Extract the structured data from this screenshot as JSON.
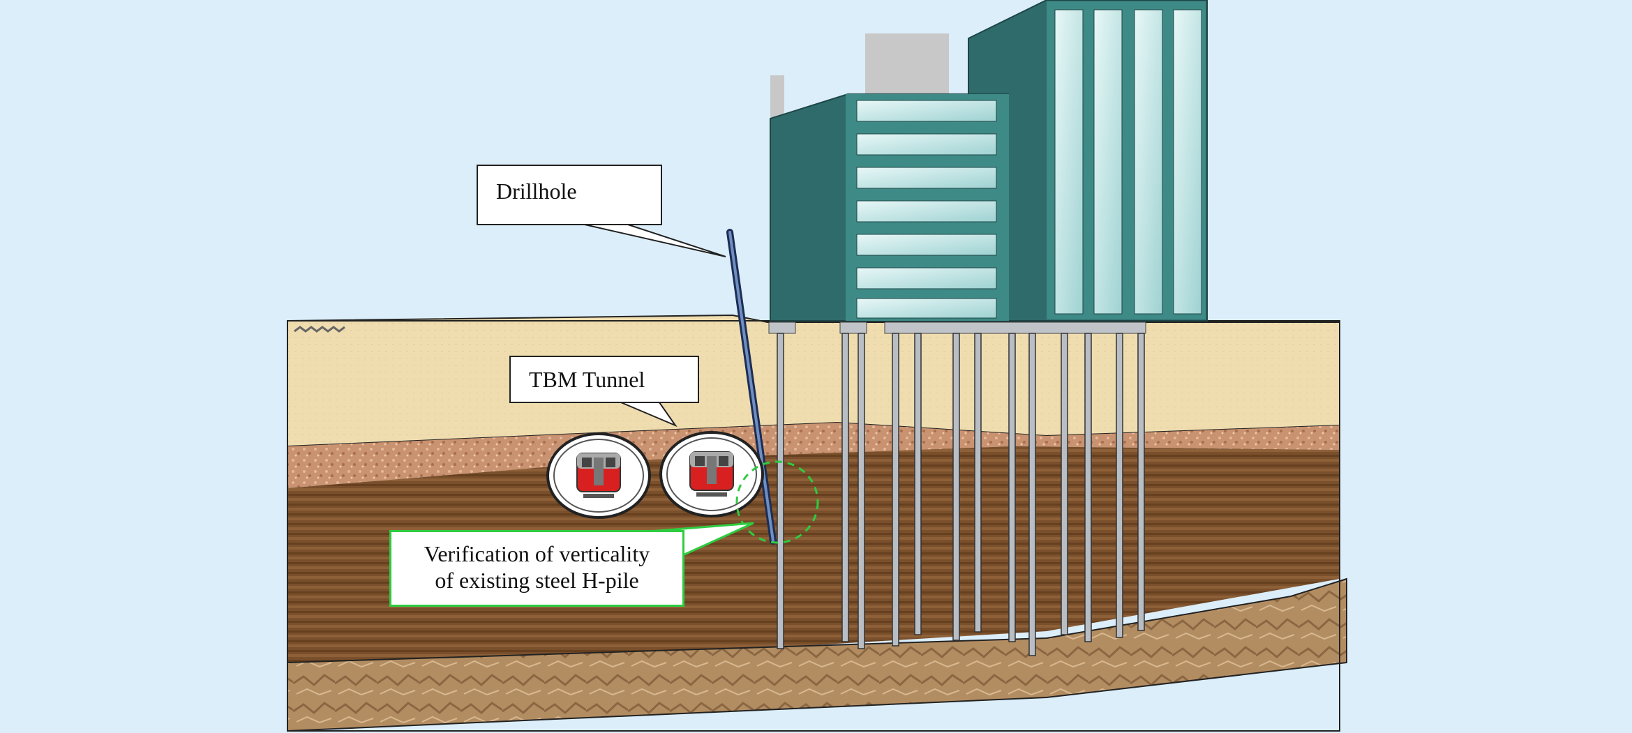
{
  "callouts": {
    "drillhole": "Drillhole",
    "tbm_tunnel": "TBM Tunnel",
    "verification": {
      "line1": "Verification of verticality",
      "line2": "of existing steel H-pile"
    }
  },
  "colors": {
    "background": "#dbeefa",
    "topsoil": "#eedcaa",
    "gravel": "#c98f6a",
    "clay": "#7a4f2c",
    "bedrock": "#b08a5e",
    "building": "#2f6b6b",
    "building_front": "#3e8a86",
    "window": "#bfe3e3",
    "pile": "#b8bec4",
    "tunnel_train": "#d82020",
    "verify_accent": "#2ecc40"
  }
}
